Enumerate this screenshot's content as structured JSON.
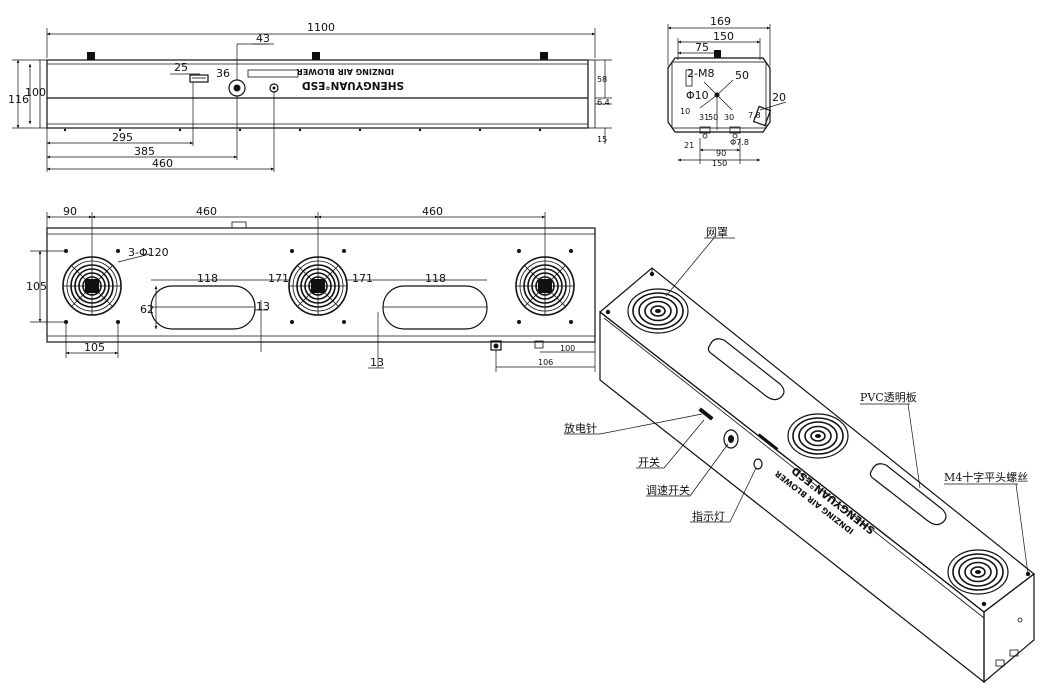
{
  "top_view": {
    "dims": {
      "overall_length": "1100",
      "d43": "43",
      "d25": "25",
      "d36": "36",
      "d295": "295",
      "d385": "385",
      "d460": "460",
      "d116": "116",
      "d100": "100",
      "d58": "58",
      "d6_4": "6.4",
      "d15": "15"
    },
    "brand_name": "SHENGYUAN°ESD",
    "product_name": "IDNZING AIR BLOWER"
  },
  "side_view": {
    "dims": {
      "d169": "169",
      "d150": "150",
      "d75": "75",
      "m8": "2-M8",
      "d50": "50",
      "phi10": "Φ10",
      "d20": "20",
      "d7_8": "7.8",
      "d10": "10",
      "d31": "31",
      "d50b": "50",
      "d30": "30",
      "d21": "21",
      "phi7_8": "Φ7.8",
      "d90": "90",
      "d150b": "150"
    }
  },
  "front_view": {
    "dims": {
      "d90": "90",
      "d460a": "460",
      "d460b": "460",
      "fans": "3-Φ120",
      "d105v": "105",
      "d105h": "105",
      "d118a": "118",
      "d171a": "171",
      "d171b": "171",
      "d118b": "118",
      "d62": "62",
      "d13a": "13",
      "d13b": "13",
      "d100": "100",
      "d106": "106"
    }
  },
  "iso_labels": {
    "fan_guard": "网罩",
    "pvc_panel": "PVC透明板",
    "emitter": "放电针",
    "switch": "开关",
    "speed_switch": "调速开关",
    "indicator": "指示灯",
    "screw": "M4十字平头螺丝"
  }
}
